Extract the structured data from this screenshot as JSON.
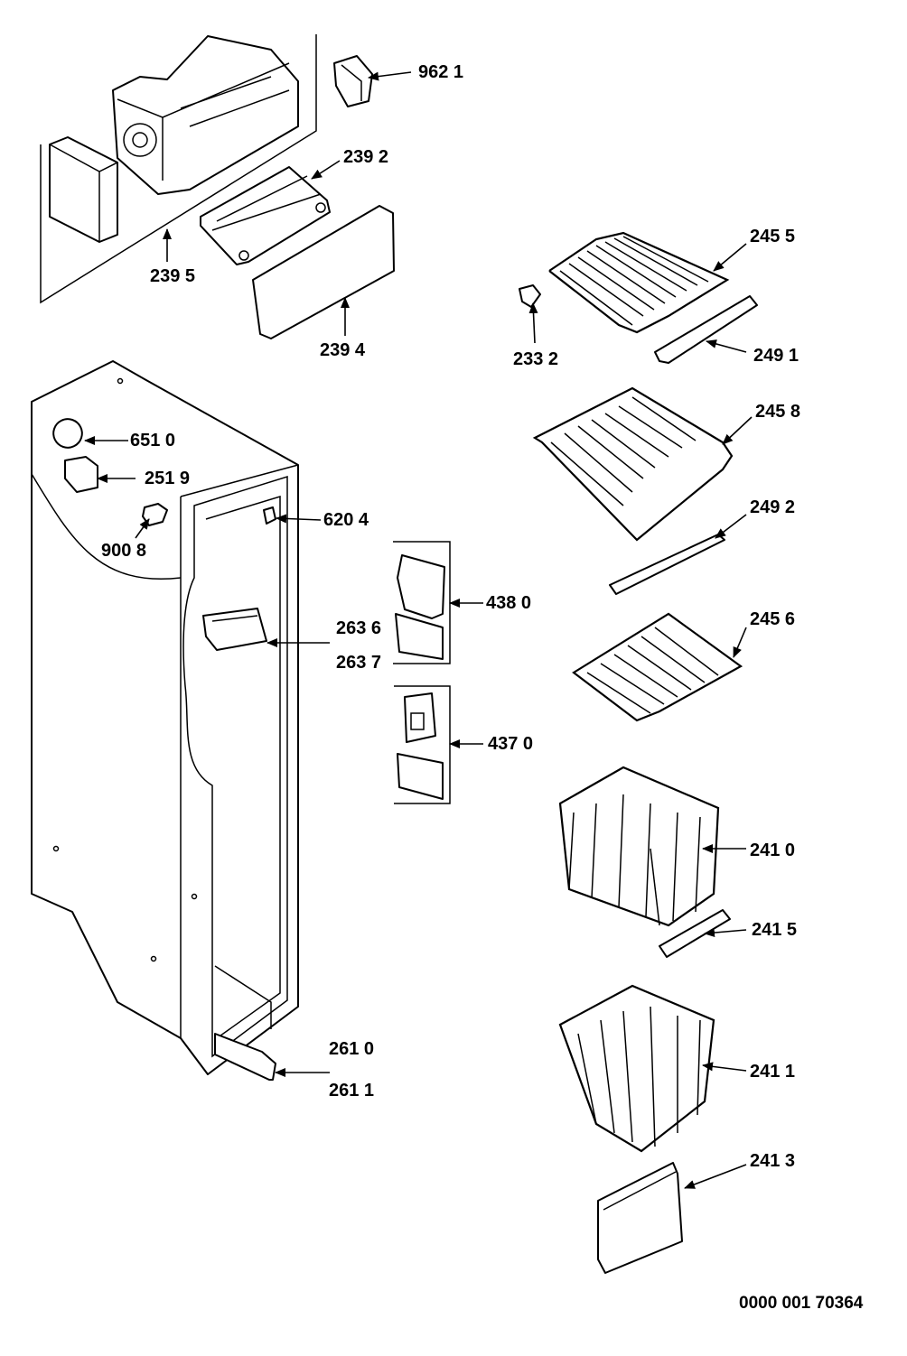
{
  "labels": {
    "p9621": "962 1",
    "p2392": "239 2",
    "p2395": "239 5",
    "p2394": "239 4",
    "p2455": "245 5",
    "p2332": "233 2",
    "p2491": "249 1",
    "p2458": "245 8",
    "p2492": "249 2",
    "p2456": "245 6",
    "p2410": "241 0",
    "p2415": "241 5",
    "p2411": "241 1",
    "p2413": "241 3",
    "p6510": "651 0",
    "p2519": "251 9",
    "p9008": "900 8",
    "p6204": "620 4",
    "p4380": "438 0",
    "p2636": "263 6",
    "p2637": "263 7",
    "p4370": "437 0",
    "p2610": "261 0",
    "p2611": "261 1"
  },
  "document_id": "0000 001 70364"
}
